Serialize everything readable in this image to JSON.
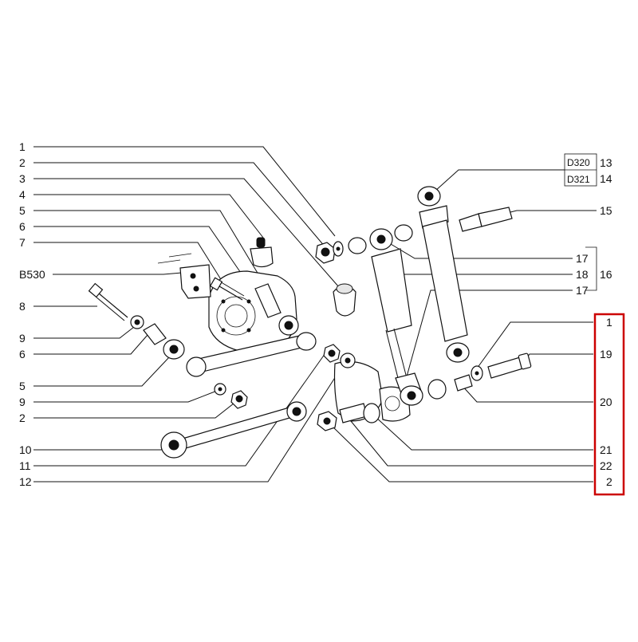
{
  "labels_left": [
    "1",
    "2",
    "3",
    "4",
    "5",
    "6",
    "7",
    "B530",
    "8",
    "9",
    "6",
    "5",
    "9",
    "2",
    "10",
    "11",
    "12"
  ],
  "labels_right": [
    "13",
    "14",
    "15",
    "17",
    "18",
    "16",
    "17",
    "1",
    "19",
    "20",
    "21",
    "22",
    "2"
  ],
  "boxed_codes": [
    "D320",
    "D321"
  ],
  "highlight_color": "#cc0000"
}
